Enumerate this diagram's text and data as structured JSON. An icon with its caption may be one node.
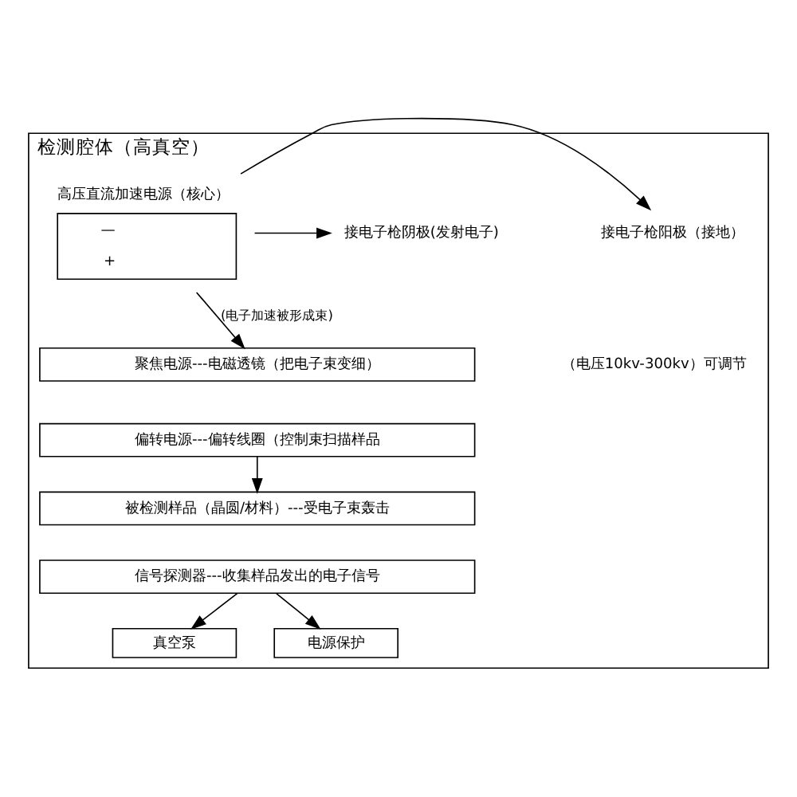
{
  "diagram": {
    "nodes": [
      {
        "text": [
          "检测腔体（高真空）"
        ]
      },
      {
        "text": [
          "高压直流加速电源（核心）",
          "—",
          "+"
        ],
        "in": 0
      },
      {
        "text": [
          "接电子枪阴极(发射电子)"
        ],
        "in": 0
      },
      {
        "text": [
          "接电子枪阳极（接地）"
        ],
        "in": 0
      },
      {
        "text": [
          "聚焦电源---电磁透镜（把电子束变细）"
        ],
        "in": 0
      },
      {
        "text": [
          "偏转电源---偏转线圈（控制束扫描样品"
        ],
        "in": 0
      },
      {
        "text": [
          "被检测样品（晶圆/材料）---受电子束轰击"
        ],
        "in": 0
      },
      {
        "text": [
          "信号探测器---收集样品发出的电子信号"
        ],
        "in": 0
      },
      {
        "text": [
          "真空泵"
        ],
        "in": 0
      },
      {
        "text": [
          "电源保护"
        ],
        "in": 0
      }
    ],
    "edges": [
      {
        "from": 1,
        "to": 2,
        "arrow": "to"
      },
      {
        "from": 1,
        "to": 3,
        "arrow": "to"
      },
      {
        "from": 1,
        "to": 4,
        "arrow": "to",
        "label": "(电子加速被形成束)"
      },
      {
        "from": 5,
        "to": 6,
        "arrow": "to"
      },
      {
        "from": 7,
        "to": 8,
        "arrow": "to"
      },
      {
        "from": 7,
        "to": 9,
        "arrow": "to"
      }
    ],
    "labels": [
      "（电压10kv-300kv）可调节"
    ]
  }
}
